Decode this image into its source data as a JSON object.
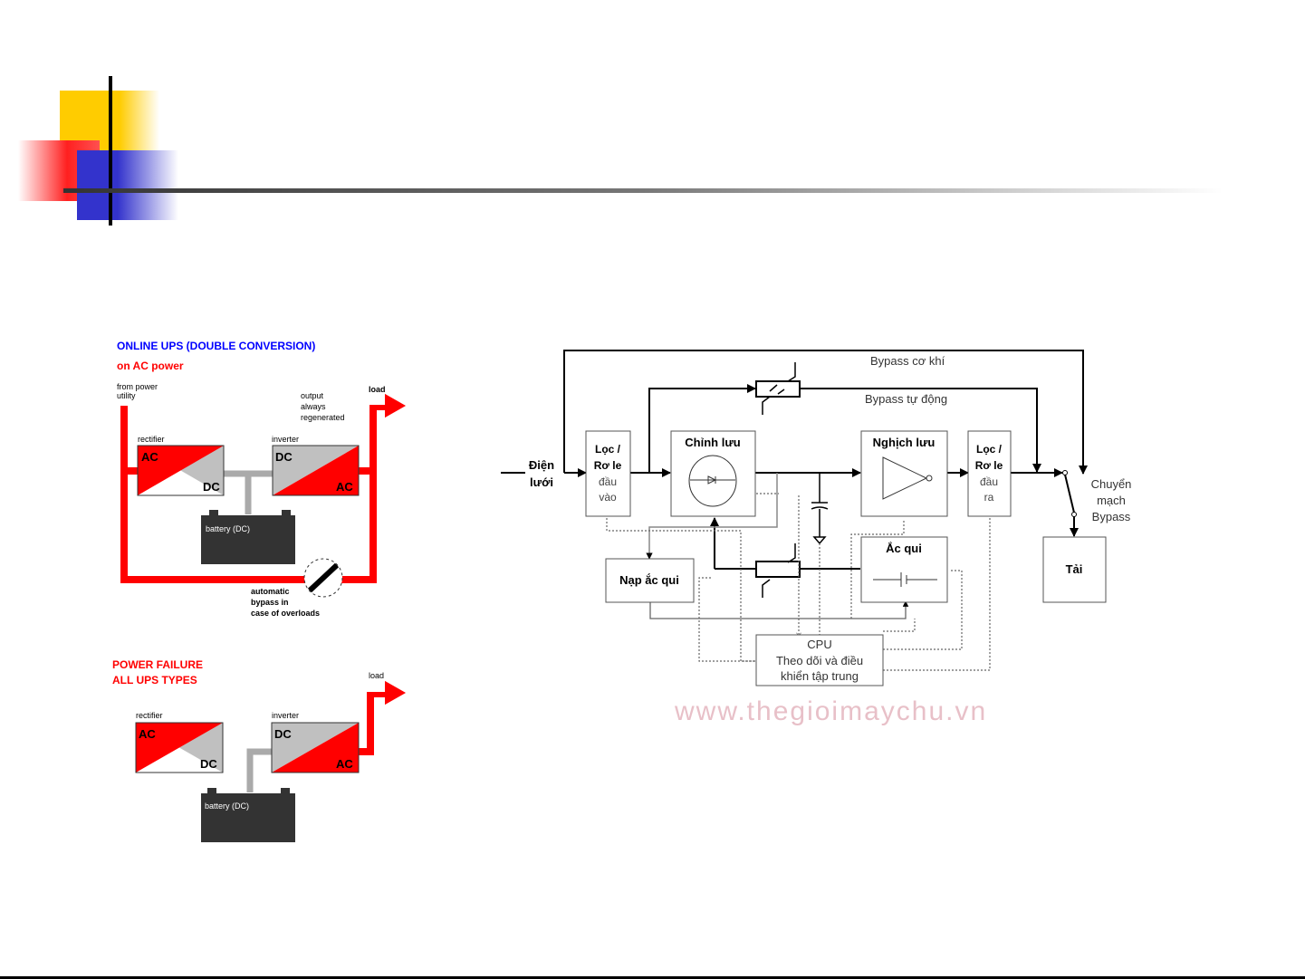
{
  "left_diagram": {
    "title": "ONLINE UPS (DOUBLE CONVERSION)",
    "subtitle": "on AC power",
    "from_power_utility": [
      "from power",
      "utility"
    ],
    "output_note": [
      "output",
      "always",
      "regenerated"
    ],
    "load": "load",
    "rectifier": "rectifier",
    "inverter": "inverter",
    "ac": "AC",
    "dc": "DC",
    "battery": "battery (DC)",
    "bypass_note": [
      "automatic",
      "bypass in",
      "case of overloads"
    ]
  },
  "failure_diagram": {
    "title_1": "POWER FAILURE",
    "title_2": "ALL UPS TYPES",
    "load": "load",
    "rectifier": "rectifier",
    "inverter": "inverter",
    "battery": "battery (DC)"
  },
  "block_diagram": {
    "grid_input": [
      "Điện",
      "lưới"
    ],
    "input_filter": [
      "Lọc /",
      "Rơ le",
      "đầu",
      "vào"
    ],
    "rectifier": "Chỉnh lưu",
    "inverter": "Nghịch lưu",
    "output_filter": [
      "Lọc /",
      "Rơ le",
      "đầu",
      "ra"
    ],
    "mechanical_bypass": "Bypass cơ khí",
    "auto_bypass": "Bypass tự động",
    "bypass_switch": [
      "Chuyển",
      "mạch",
      "Bypass"
    ],
    "load": "Tải",
    "battery_charger": "Nạp ắc qui",
    "battery": "Ắc qui",
    "cpu": [
      "CPU",
      "Theo dõi và điều",
      "khiển tập trung"
    ],
    "watermark": "www.thegioimaychu.vn"
  },
  "colors": {
    "red": "#ff0000",
    "blue": "#0000ff",
    "gray": "#c0c0c0",
    "dark": "#333333",
    "yellow": "#ffcc00",
    "logo_blue": "#3333cc"
  }
}
